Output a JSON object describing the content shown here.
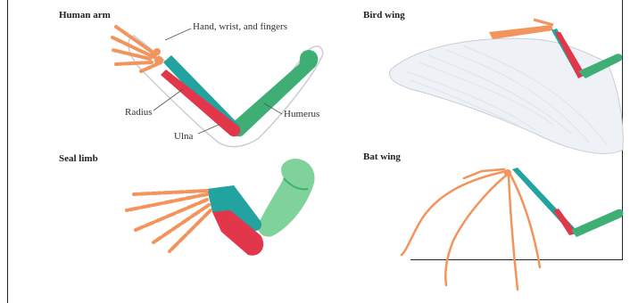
{
  "panels": {
    "human_arm": {
      "title": "Human arm",
      "labels": {
        "hand": "Hand, wrist, and fingers",
        "radius": "Radius",
        "ulna": "Ulna",
        "humerus": "Humerus"
      }
    },
    "bird_wing": {
      "title": "Bird wing"
    },
    "seal_limb": {
      "title": "Seal limb"
    },
    "bat_wing": {
      "title": "Bat wing"
    }
  },
  "colors": {
    "hand_bones": "#f2945c",
    "radius": "#23a3a0",
    "ulna": "#e2364b",
    "humerus": "#3fae74",
    "skin_outline": "#c9ced6",
    "feather": "#dde3ec"
  }
}
